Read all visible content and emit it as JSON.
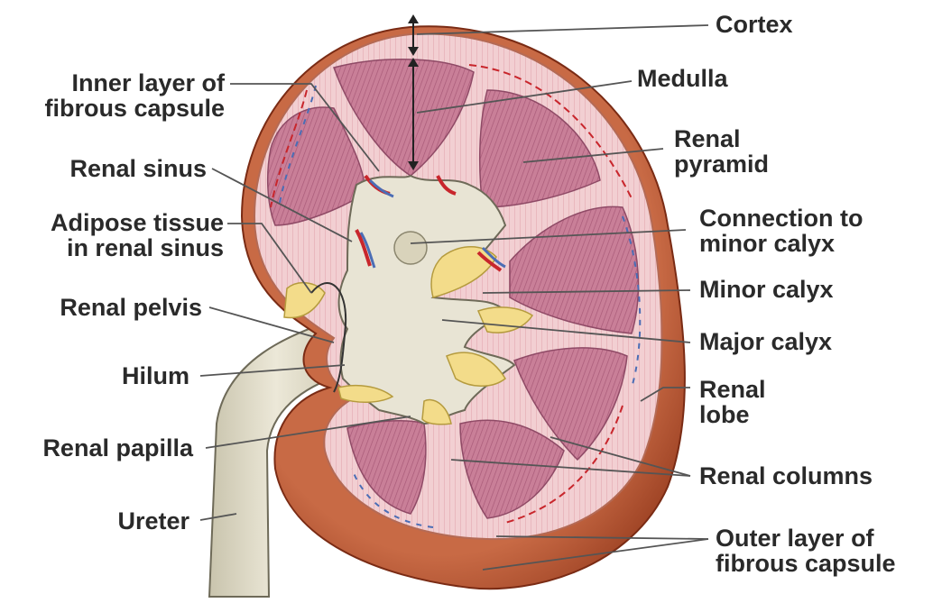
{
  "labels": {
    "cortex": "Cortex",
    "medulla": "Medulla",
    "renal_pyramid": [
      "Renal",
      "pyramid"
    ],
    "connection_minor_calyx": [
      "Connection to",
      "minor calyx"
    ],
    "minor_calyx": "Minor calyx",
    "major_calyx": "Major calyx",
    "renal_lobe": [
      "Renal",
      "lobe"
    ],
    "renal_columns": "Renal columns",
    "outer_fibrous_capsule": [
      "Outer layer of",
      "fibrous capsule"
    ],
    "inner_fibrous_capsule": [
      "Inner layer of",
      "fibrous capsule"
    ],
    "renal_sinus": "Renal sinus",
    "adipose_tissue": [
      "Adipose tissue",
      "in renal sinus"
    ],
    "renal_pelvis": "Renal pelvis",
    "hilum": "Hilum",
    "renal_papilla": "Renal papilla",
    "ureter": "Ureter"
  },
  "colors": {
    "capsule_outer": "#b5522f",
    "capsule_dark": "#8e3418",
    "cortex": "#f2cfd2",
    "pyramid": "#c97f98",
    "pyramid_stripe": "#a85a78",
    "sinus": "#e8e4d4",
    "fat": "#f3dc8a",
    "vessel_red": "#c8262c",
    "vessel_blue": "#4b6db5",
    "label_text": "#2a2a2a",
    "leader_line": "#555555"
  }
}
